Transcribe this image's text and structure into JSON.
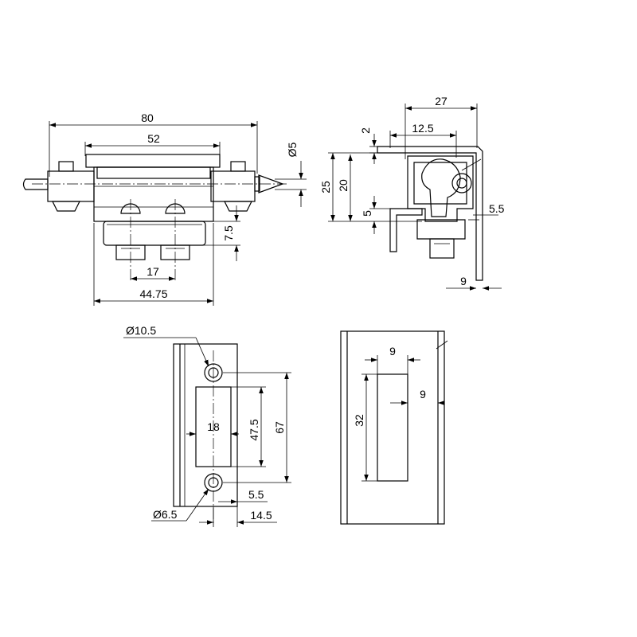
{
  "dimensions": {
    "front_width": "80",
    "front_inner": "52",
    "pin_dia": "Ø5",
    "front_height": "7.5",
    "bolt_spacing": "17",
    "base_width": "44.75",
    "side_width": "27",
    "side_inner": "12.5",
    "side_top_gap": "2",
    "side_height": "25",
    "side_inner_height": "20",
    "side_small": "5",
    "side_offset": "5.5",
    "side_bottom": "9",
    "plate_hole_large": "Ø10.5",
    "plate_slot_width": "18",
    "plate_slot_height": "47.5",
    "plate_total_height": "67",
    "plate_offset": "5.5",
    "plate_hole_small": "Ø6.5",
    "plate_width": "14.5",
    "cover_slot_width": "9",
    "cover_offset": "9",
    "cover_slot_height": "32"
  }
}
